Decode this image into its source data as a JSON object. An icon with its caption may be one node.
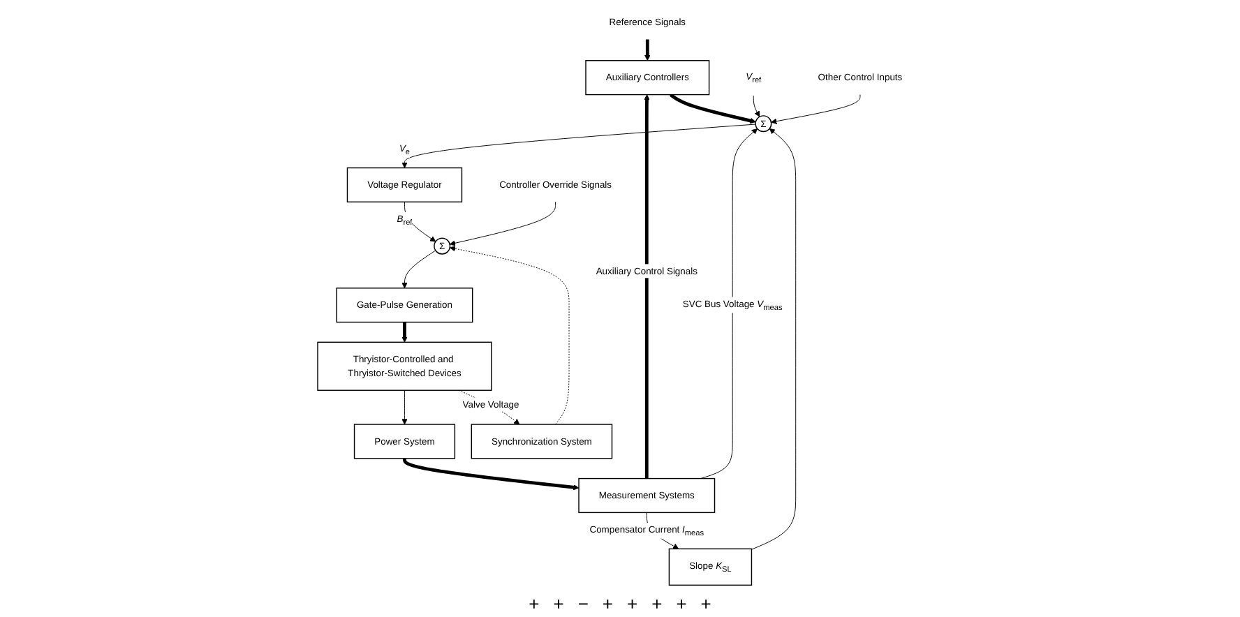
{
  "diagram": {
    "nodes": [
      {
        "text": [
          "Auxiliary Controllers"
        ]
      },
      {
        "text": [
          "Measurement Systems"
        ]
      },
      {
        "text": [
          "Power System"
        ]
      },
      {
        "text": [
          "Slope *K*$_{SL}$"
        ]
      },
      {
        "text": [
          "Σ"
        ]
      },
      {
        "text": [
          "Voltage Regulator"
        ]
      },
      {
        "text": [
          "Σ"
        ]
      },
      {
        "text": [
          "Gate-Pulse Generation"
        ]
      },
      {
        "text": [
          "Synchronization System"
        ]
      },
      {
        "text": [
          "Thryistor-Controlled and Thryistor-Switched Devices"
        ]
      },
      {
        "text": [
          "Reference Signals"
        ]
      },
      {
        "text": [
          "*V*$_{ref}$"
        ]
      },
      {
        "text": [
          "Other Control Inputs"
        ]
      },
      {
        "text": [
          "Controller Override Signals"
        ]
      }
    ],
    "edges": [
      {
        "from": 10,
        "to": 0,
        "arrow": "to",
        "style": "thick"
      },
      {
        "from": 1,
        "to": 0,
        "arrow": "to",
        "style": "thick",
        "label": "Auxiliary Control Signals"
      },
      {
        "from": 2,
        "to": 1,
        "arrow": "to",
        "style": "thick"
      },
      {
        "from": 1,
        "to": 3,
        "arrow": "to",
        "label": "Compensator Current *I*$_{meas}$"
      },
      {
        "from": 0,
        "to": 4,
        "arrow": "to",
        "style": "thick"
      },
      {
        "from": 3,
        "to": 4,
        "arrow": "to"
      },
      {
        "from": 1,
        "to": 4,
        "arrow": "to",
        "label": "SVC Bus Voltage *V*$_{meas}$"
      },
      {
        "from": 11,
        "to": 4,
        "arrow": "to"
      },
      {
        "from": 12,
        "to": 4,
        "arrow": "to"
      },
      {
        "from": 4,
        "to": 5,
        "arrow": "to",
        "label": "*V*$_{e}$"
      },
      {
        "from": 5,
        "to": 6,
        "arrow": "to",
        "label": "*B*$_{ref}$"
      },
      {
        "from": 8,
        "to": 6,
        "arrow": "to",
        "style": "dashed"
      },
      {
        "from": 13,
        "to": 6,
        "arrow": "to"
      },
      {
        "from": 6,
        "to": 7,
        "arrow": "to"
      },
      {
        "from": 7,
        "to": 9,
        "arrow": "to",
        "style": "thick"
      },
      {
        "from": 9,
        "to": 8,
        "arrow": "to",
        "style": "dashed",
        "label": "Valve Voltage"
      },
      {
        "from": 9,
        "to": 2,
        "arrow": "to"
      }
    ],
    "labels": [
      "+",
      "+",
      "−",
      "+",
      "+",
      "+",
      "+",
      "+"
    ]
  }
}
